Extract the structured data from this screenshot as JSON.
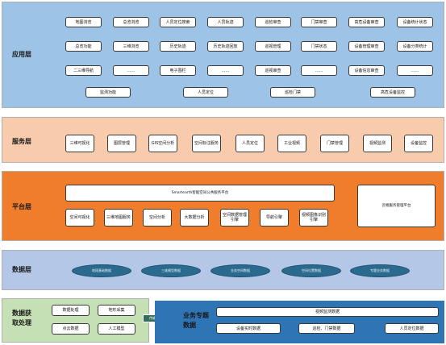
{
  "app_layer": {
    "label": "应用层",
    "rows": [
      [
        "地图浏览",
        "总览浏览",
        "人员定位搜索",
        "人员轨迹",
        "巡检审查",
        "门禁审查",
        "高危设备审查",
        "设备统计状态"
      ],
      [
        "总览功能",
        "三维浏览",
        "历史轨迹",
        "历史轨迹回放",
        "巡视管理",
        "门禁状态",
        "设备管理审查",
        "设备分类统计"
      ],
      [
        "二三维导航",
        "……",
        "电子围栏",
        "……",
        "巡视审查",
        "……",
        "设备信息审查",
        "……"
      ],
      [
        "监测功能",
        "人员定位",
        "巡检门禁",
        "高危设备监控"
      ]
    ]
  },
  "service_layer": {
    "label": "服务层",
    "items": [
      "三维可视化",
      "图层管理",
      "GIS空间分析",
      "空间标注服务",
      "人员定位",
      "工业视频",
      "门禁管理",
      "视频监测",
      "设备监控"
    ]
  },
  "platform_layer": {
    "label": "平台层",
    "main": "Smartearth智能空间公共服务平台",
    "side": "云端服务管理平台",
    "items": [
      "空间可视化",
      "三维地图服务",
      "空间分析",
      "大数据分析",
      "空间数据管理引擎",
      "导航引擎",
      "视频图像识别引擎"
    ]
  },
  "data_layer": {
    "label": "数据层",
    "items": [
      "地理基础数据",
      "三维模型数据",
      "业务空间数据",
      "空间位置数据",
      "专题业务数据"
    ]
  },
  "data_acq": {
    "label": "数据获取处理",
    "items": [
      "数据处理",
      "地形采集",
      "点云数据",
      "人工模型"
    ],
    "arrow": "传输"
  },
  "business_data": {
    "label": "业务专题数据",
    "wide": "视频监测数据",
    "items": [
      "设备实时数据",
      "巡检、门禁数据",
      "人员定位数据"
    ]
  }
}
